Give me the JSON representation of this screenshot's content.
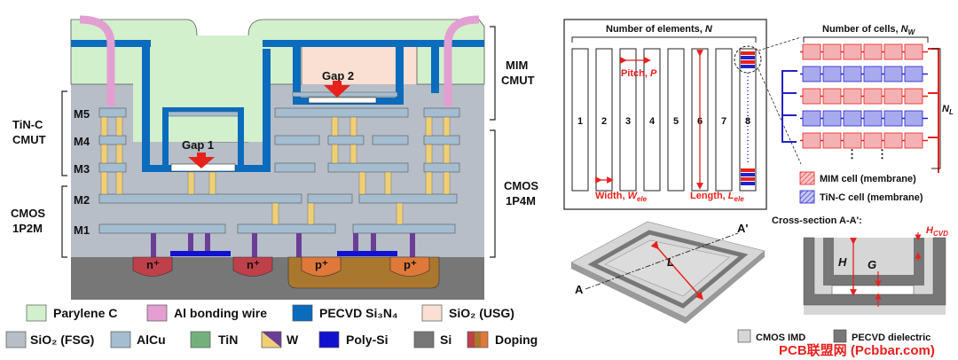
{
  "cross_section": {
    "metal_labels": [
      "M5",
      "M4",
      "M3",
      "M2",
      "M1"
    ],
    "left_group_top": [
      "TiN-C",
      "CMUT"
    ],
    "left_group_bottom": [
      "CMOS",
      "1P2M"
    ],
    "right_group_top": [
      "MIM",
      "CMUT"
    ],
    "right_group_bottom": [
      "CMOS",
      "1P4M"
    ],
    "gap1": "Gap 1",
    "gap2": "Gap 2",
    "n_plus": "n⁺",
    "p_plus": "p⁺"
  },
  "legend": {
    "row1": [
      {
        "label": "Parylene C",
        "color": "#d2f0cc"
      },
      {
        "label": "Al bonding wire",
        "color": "#e39fd2"
      },
      {
        "label": "PECVD Si₃N₄",
        "color": "#0b6bbd"
      },
      {
        "label": "SiO₂ (USG)",
        "color": "#f9e0d2"
      }
    ],
    "row2": [
      {
        "label": "SiO₂ (FSG)",
        "color": "#b7bec7"
      },
      {
        "label": "AlCu",
        "color": "#a4bdd0"
      },
      {
        "label": "TiN",
        "color": "#74b07c"
      },
      {
        "label": "W",
        "color": "#f0cf74"
      },
      {
        "label": "Poly-Si",
        "color": "#1111d0"
      },
      {
        "label": "Si",
        "color": "#777777"
      },
      {
        "label": "Doping",
        "color": "#c85a2a"
      }
    ]
  },
  "array": {
    "title": "Number of elements, N",
    "element_numbers": [
      "1",
      "2",
      "3",
      "4",
      "5",
      "6",
      "7",
      "8"
    ],
    "pitch": "Pitch, P",
    "width": "Width, W_ele",
    "length": "Length, L_ele"
  },
  "cells": {
    "title": "Number of cells, N_W",
    "side": "N_L",
    "mim_label": "MIM cell (membrane)",
    "tinc_label": "TiN-C cell (membrane)"
  },
  "perspective": {
    "a": "A",
    "a_prime": "A'",
    "l": "L"
  },
  "section": {
    "title": "Cross-section A-A':",
    "h_cvd": "H_CVD",
    "h": "H",
    "g": "G",
    "cmos_imd": "CMOS IMD",
    "pecvd_dielectric": "PECVD dielectric"
  },
  "watermark": "PCB联盟网 (Pcbbar.com)",
  "colors": {
    "parylene": "#d2f0cc",
    "al_wire": "#e39fd2",
    "pecvd": "#0b6bbd",
    "usg": "#f9e0d2",
    "fsg": "#b7bec7",
    "alcu": "#a4bdd0",
    "tin": "#74b07c",
    "w": "#f0cf74",
    "w_dark": "#6a3e96",
    "polysi": "#1111d0",
    "si": "#777777",
    "n_doping": "#c0404a",
    "p_doping": "#e0783a",
    "red": "#e8211d",
    "mim_fill": "#f4b1b4",
    "tinc_fill": "#a9a9ee"
  }
}
